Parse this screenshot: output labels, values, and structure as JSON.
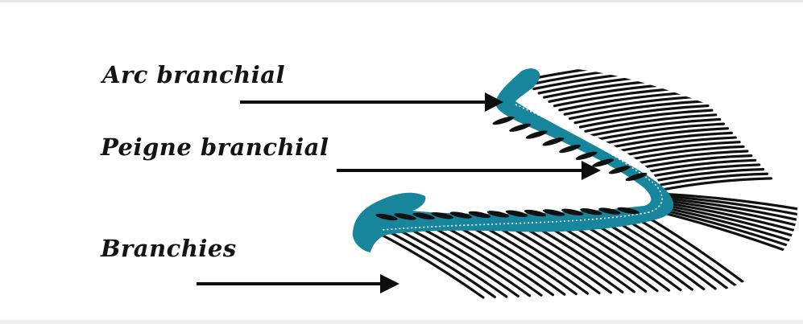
{
  "labels": {
    "arc": "Arc branchial",
    "peigne": "Peigne branchial",
    "branchies": "Branchies"
  },
  "colors": {
    "arc": "#17869c",
    "filaments": "#111111",
    "arrows": "#0d0d0d",
    "background": "#ffffff"
  }
}
